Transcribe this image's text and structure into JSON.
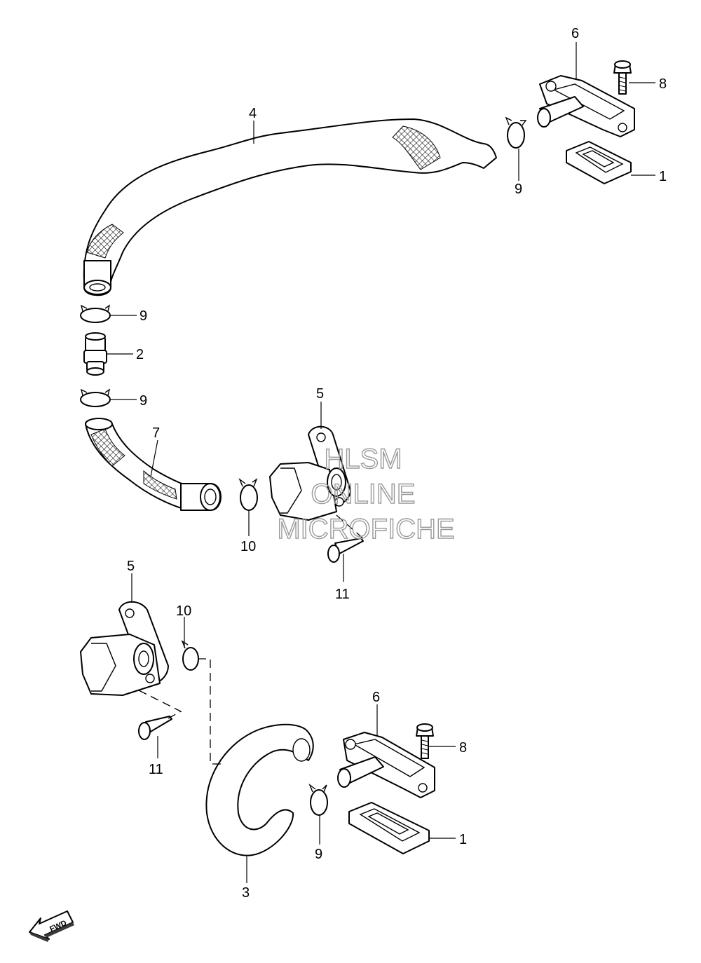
{
  "callouts": [
    {
      "id": "c1a",
      "text": "1"
    },
    {
      "id": "c1b",
      "text": "1"
    },
    {
      "id": "c2",
      "text": "2"
    },
    {
      "id": "c3",
      "text": "3"
    },
    {
      "id": "c4",
      "text": "4"
    },
    {
      "id": "c5a",
      "text": "5"
    },
    {
      "id": "c5b",
      "text": "5"
    },
    {
      "id": "c6a",
      "text": "6"
    },
    {
      "id": "c6b",
      "text": "6"
    },
    {
      "id": "c7",
      "text": "7"
    },
    {
      "id": "c8a",
      "text": "8"
    },
    {
      "id": "c8b",
      "text": "8"
    },
    {
      "id": "c9a",
      "text": "9"
    },
    {
      "id": "c9b",
      "text": "9"
    },
    {
      "id": "c9c",
      "text": "9"
    },
    {
      "id": "c9d",
      "text": "9"
    },
    {
      "id": "c10a",
      "text": "10"
    },
    {
      "id": "c10b",
      "text": "10"
    },
    {
      "id": "c11a",
      "text": "11"
    },
    {
      "id": "c11b",
      "text": "11"
    }
  ],
  "watermark": {
    "line1": "HLSM",
    "line2": "ONLINE",
    "line3": "MICROFICHE"
  },
  "fwd_label": "FWD",
  "colors": {
    "line": "#000000",
    "watermark": "#9a9a9a",
    "background": "#ffffff"
  }
}
